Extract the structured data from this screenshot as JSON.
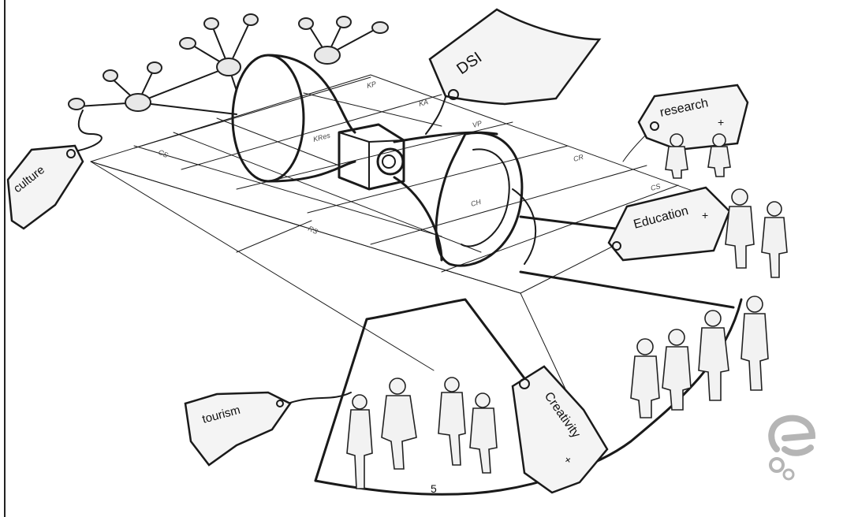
{
  "tags": {
    "dsi": "DSI",
    "culture": "culture",
    "research": "research",
    "research_plus": "+",
    "education": "Education",
    "education_plus": "+",
    "tourism": "tourism",
    "creativity": "Creativity",
    "creativity_plus": "+"
  },
  "grid_labels": {
    "cs_left": "CS",
    "rs": "RS",
    "ch": "CH",
    "cr": "CR",
    "cs_right": "CS",
    "vp": "VP",
    "ka": "KA",
    "kp": "KP",
    "kres": "KRes"
  },
  "page_number": "5",
  "colors": {
    "ink": "#1a1a1a",
    "paper": "#ffffff",
    "tag_fill": "#f4f4f4",
    "logo_grey": "#b5b5b5"
  },
  "icons": {
    "logo": "e-logo-icon",
    "camera": "camera-icon",
    "megaphone": "megaphone-icon"
  }
}
